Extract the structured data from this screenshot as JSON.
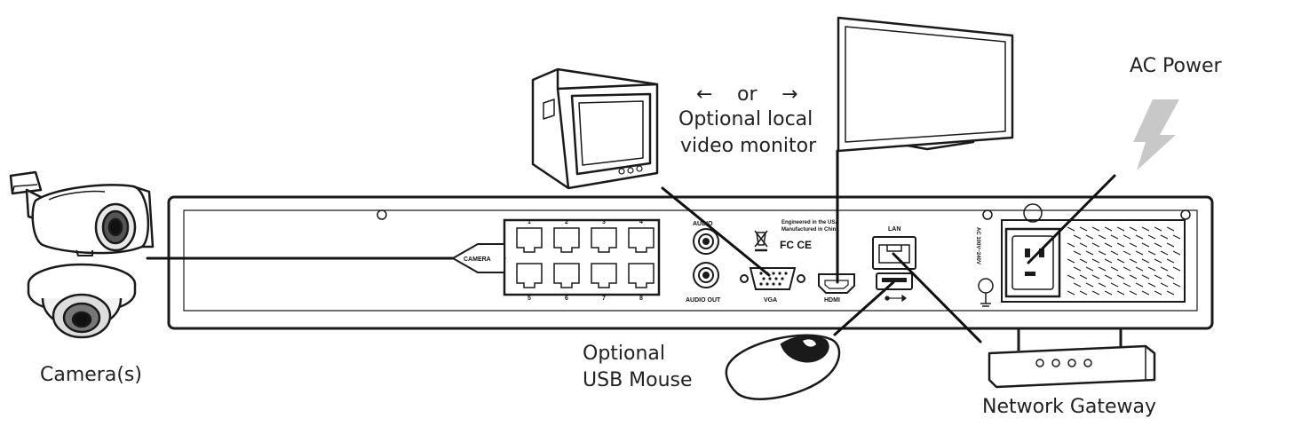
{
  "labels": {
    "or": "or",
    "arrow_left": "←",
    "arrow_right": "→",
    "video_monitor": [
      "Optional local",
      "video monitor"
    ],
    "ac_power": "AC Power",
    "cameras": "Camera(s)",
    "usb_mouse": [
      "Optional",
      "USB Mouse"
    ],
    "network_gateway": "Network Gateway"
  },
  "panel": {
    "camera_tag": "CAMERA",
    "port_numbers_top": [
      "1",
      "2",
      "3",
      "4"
    ],
    "port_numbers_bottom": [
      "5",
      "6",
      "7",
      "8"
    ],
    "audio": "AUDIO",
    "audio_out": "AUDIO OUT",
    "vga": "VGA",
    "hdmi": "HDMI",
    "lan": "LAN",
    "engineered_line1": "Engineered in the USA",
    "engineered_line2": "Manufactured in China",
    "cert_marks": "FC CE",
    "voltage": "AC 100V~240V"
  },
  "colors": {
    "ink": "#1a1a1a",
    "bolt": "#c8c8c8",
    "text": "#222222"
  }
}
